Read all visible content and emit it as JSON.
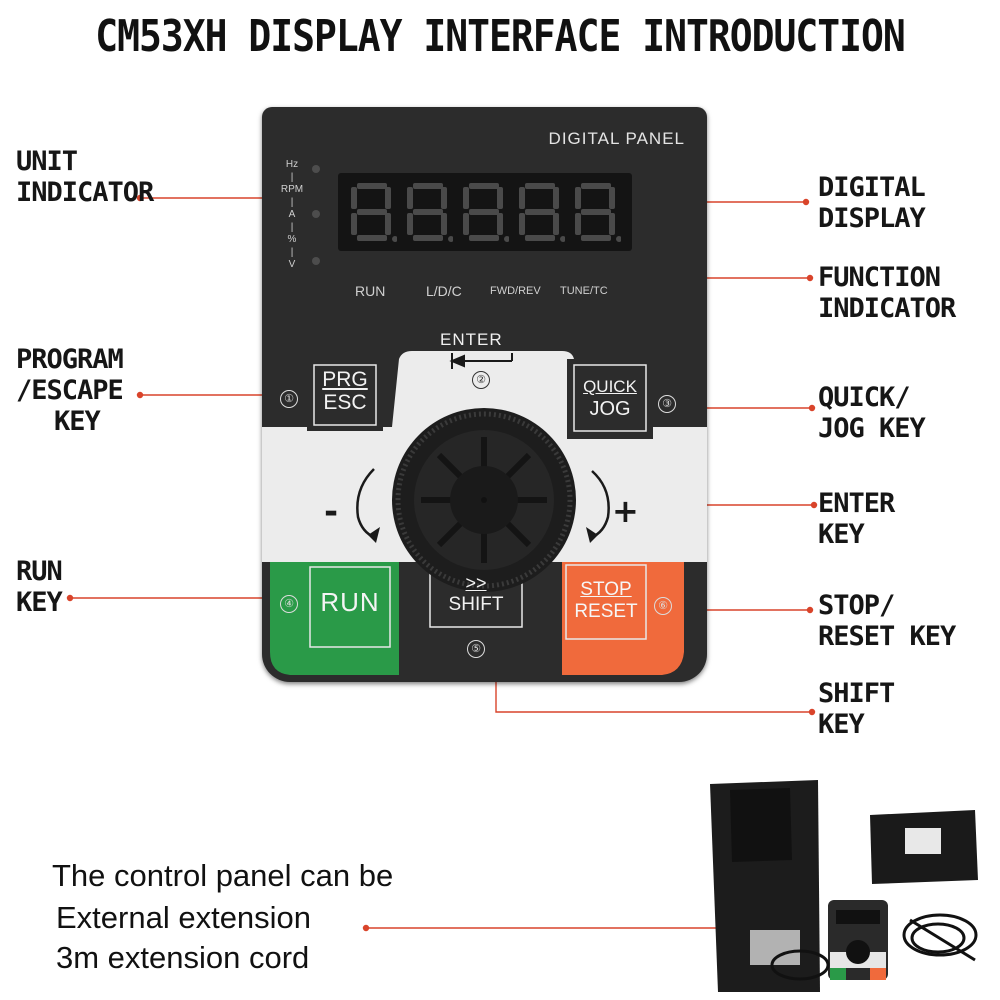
{
  "title": "CM53XH DISPLAY INTERFACE INTRODUCTION",
  "panel": {
    "name": "DIGITAL PANEL",
    "units": [
      "Hz",
      "RPM",
      "A",
      "%",
      "V"
    ],
    "display_value": "8.8.8.8.8.",
    "function_indicators": [
      "RUN",
      "L/D/C",
      "FWD/REV",
      "TUNE/TC"
    ],
    "enter_label": "ENTER",
    "knob_minus": "-",
    "knob_plus": "+",
    "keys": {
      "prg": {
        "top": "PRG",
        "bottom": "ESC",
        "number": "①"
      },
      "enter": {
        "number": "②"
      },
      "quick": {
        "top": "QUICK",
        "bottom": "JOG",
        "number": "③"
      },
      "run": {
        "label": "RUN",
        "number": "④"
      },
      "shift": {
        "top": ">>",
        "bottom": "SHIFT",
        "number": "⑤"
      },
      "stop": {
        "top": "STOP",
        "bottom": "RESET",
        "number": "⑥"
      }
    },
    "colors": {
      "body": "#2c2c2c",
      "run": "#2a9a48",
      "stop": "#f06a3c",
      "band": "#ececec"
    }
  },
  "callouts": {
    "unit_indicator": [
      "UNIT",
      "INDICATOR"
    ],
    "program_escape": [
      "PROGRAM",
      "/ESCAPE",
      "KEY"
    ],
    "run_key": [
      "RUN",
      "KEY"
    ],
    "digital_display": [
      "DIGITAL",
      "DISPLAY"
    ],
    "function_indicator": [
      "FUNCTION",
      "INDICATOR"
    ],
    "quick_jog": [
      "QUICK/",
      "JOG KEY"
    ],
    "enter_key": [
      "ENTER",
      "KEY"
    ],
    "stop_reset": [
      "STOP/",
      "RESET KEY"
    ],
    "shift_key": [
      "SHIFT",
      "KEY"
    ]
  },
  "footer": {
    "line1": "The control panel can be",
    "line2": "External extension",
    "line3": "3m extension cord"
  },
  "accent_color": "#d9442b"
}
